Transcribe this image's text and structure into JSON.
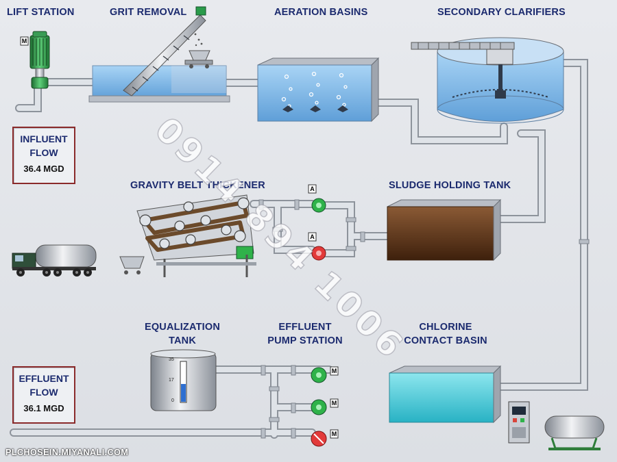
{
  "labels": {
    "lift_station": "LIFT STATION",
    "grit_removal": "GRIT REMOVAL",
    "aeration_basins": "AERATION BASINS",
    "secondary_clarifiers": "SECONDARY CLARIFIERS",
    "gravity_belt_thickener": "GRAVITY BELT THICKENER",
    "sludge_holding_tank": "SLUDGE HOLDING TANK",
    "equalization_tank_line1": "EQUALIZATION",
    "equalization_tank_line2": "TANK",
    "effluent_pump_station_line1": "EFFLUENT",
    "effluent_pump_station_line2": "PUMP STATION",
    "chlorine_contact_basin_line1": "CHLORINE",
    "chlorine_contact_basin_line2": "CONTACT BASIN"
  },
  "influent": {
    "title_line1": "INFLUENT",
    "title_line2": "FLOW",
    "value": "36.4 MGD"
  },
  "effluent": {
    "title_line1": "EFFLUENT",
    "title_line2": "FLOW",
    "value": "36.1 MGD"
  },
  "badges": {
    "motor": "M",
    "aux": "A"
  },
  "eq_tank_scale": [
    "35",
    "17",
    "0"
  ],
  "eq_tank_level_fraction": 0.45,
  "watermark": "0914 894 1006",
  "footer": {
    "site": "PLCHOSEIN.MIYANALI.COM"
  },
  "colors": {
    "label": "#1b2a6e",
    "pipe": "#c4c9d0",
    "water": "#7db7e8",
    "sludge": "#5a3116",
    "chlorine_water": "#3ec7d8",
    "pump_running": "#2fb24a",
    "pump_fault": "#e23a3a",
    "flow_box_border": "#8a2a2a"
  },
  "pump_states": {
    "influent_pump": "running",
    "sludge_pump_a": "running",
    "sludge_pump_b": "fault",
    "effluent_pump_1": "running",
    "effluent_pump_2": "running",
    "effluent_pump_3": "fault"
  }
}
